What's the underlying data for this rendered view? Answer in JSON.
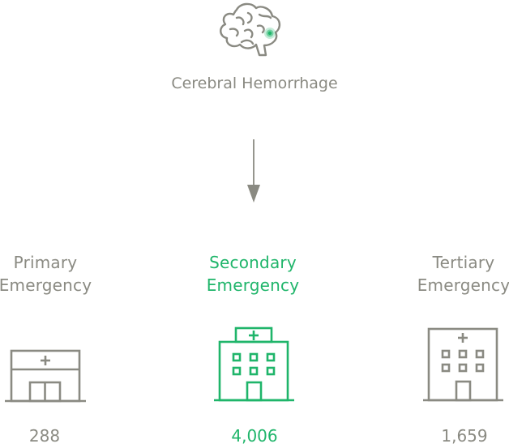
{
  "condition": {
    "icon": "brain-icon",
    "label": "Cerebral Hemorrhage"
  },
  "colors": {
    "neutral": "#8a8a82",
    "highlight": "#1fb56a"
  },
  "facilities": [
    {
      "line1": "Primary",
      "line2": "Emergency",
      "icon": "clinic-building-icon",
      "count": "288",
      "highlighted": false
    },
    {
      "line1": "Secondary",
      "line2": "Emergency",
      "icon": "hospital-building-icon",
      "count": "4,006",
      "highlighted": true
    },
    {
      "line1": "Tertiary",
      "line2": "Emergency",
      "icon": "hospital-building-icon",
      "count": "1,659",
      "highlighted": false
    }
  ]
}
